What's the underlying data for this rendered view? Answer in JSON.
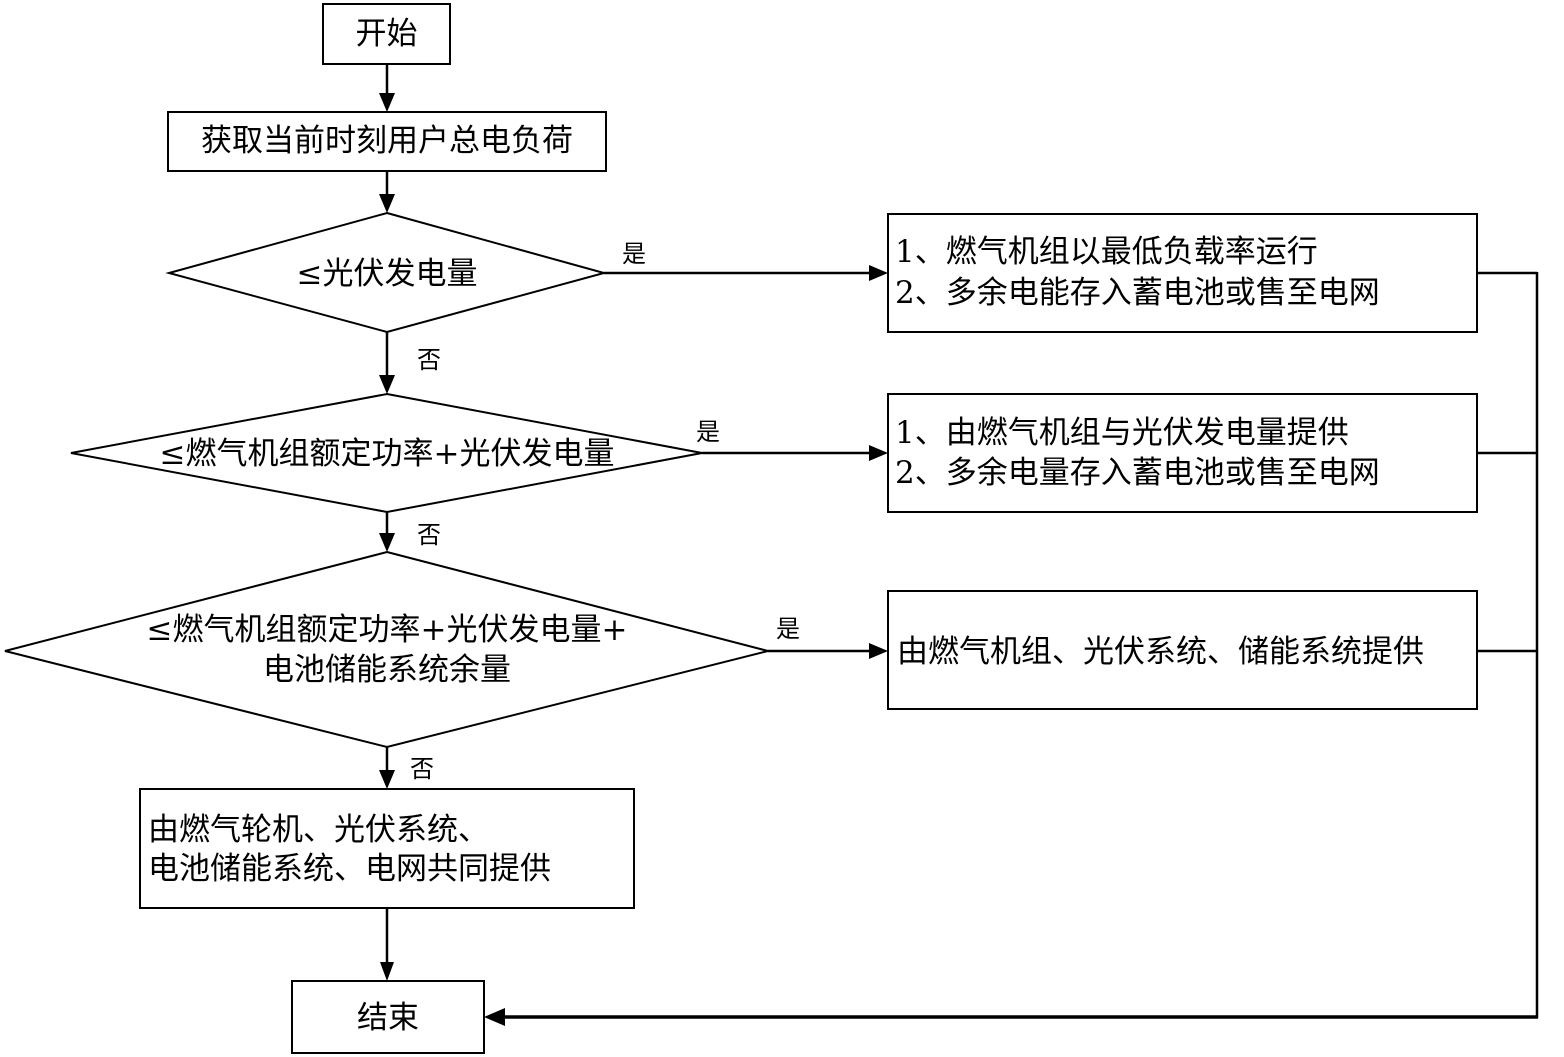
{
  "diagram": {
    "type": "flowchart",
    "nodes": {
      "start": {
        "shape": "rect",
        "lines": [
          "开始"
        ]
      },
      "get_load": {
        "shape": "rect",
        "lines": [
          "获取当前时刻用户总电负荷"
        ]
      },
      "decision1": {
        "shape": "diamond",
        "lines": [
          "≤光伏发电量"
        ]
      },
      "decision2": {
        "shape": "diamond",
        "lines": [
          "≤燃气机组额定功率+光伏发电量"
        ]
      },
      "decision3": {
        "shape": "diamond",
        "lines": [
          "≤燃气机组额定功率+光伏发电量+",
          "电池储能系统余量"
        ]
      },
      "action1": {
        "shape": "rect",
        "lines": [
          "1、燃气机组以最低负载率运行",
          "2、多余电能存入蓄电池或售至电网"
        ]
      },
      "action2": {
        "shape": "rect",
        "lines": [
          "1、由燃气机组与光伏发电量提供",
          "2、多余电量存入蓄电池或售至电网"
        ]
      },
      "action3": {
        "shape": "rect",
        "lines": [
          "由燃气机组、光伏系统、储能系统提供"
        ]
      },
      "action4": {
        "shape": "rect",
        "lines": [
          "由燃气轮机、光伏系统、",
          "电池储能系统、电网共同提供"
        ]
      },
      "end": {
        "shape": "rect",
        "lines": [
          "结束"
        ]
      }
    },
    "edges": [
      {
        "from": "start",
        "to": "get_load",
        "label": ""
      },
      {
        "from": "get_load",
        "to": "decision1",
        "label": ""
      },
      {
        "from": "decision1",
        "to": "action1",
        "label": "是"
      },
      {
        "from": "decision1",
        "to": "decision2",
        "label": "否"
      },
      {
        "from": "decision2",
        "to": "action2",
        "label": "是"
      },
      {
        "from": "decision2",
        "to": "decision3",
        "label": "否"
      },
      {
        "from": "decision3",
        "to": "action3",
        "label": "是"
      },
      {
        "from": "decision3",
        "to": "action4",
        "label": "否"
      },
      {
        "from": "action4",
        "to": "end",
        "label": ""
      },
      {
        "from": "action1",
        "to": "end",
        "label": ""
      },
      {
        "from": "action2",
        "to": "end",
        "label": ""
      },
      {
        "from": "action3",
        "to": "end",
        "label": ""
      }
    ],
    "labels": {
      "yes": "是",
      "no": "否"
    }
  }
}
